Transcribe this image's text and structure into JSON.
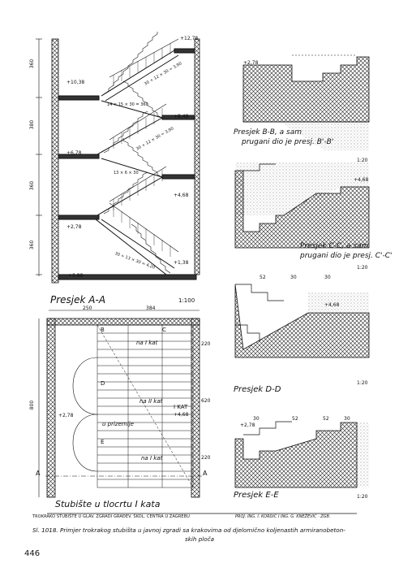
{
  "page": {
    "number": "446"
  },
  "caption": {
    "credit_left": "TROKRAKO STUBIŠTE U GLAV. ZGRADI GRAĐEV. ŠKOL. CENTRA U ZAGREBU",
    "credit_right": "PROJ. ING. I. KORDIĆ I ING. G. KNEŽEVIĆ · ZGB.",
    "figure_line1": "Sl. 1018. Primjer trokrakog stubišta u javnoj zgradi sa krakovima od djelomično koljenastih armiranobeton-",
    "figure_line2": "skih ploča"
  },
  "section_aa": {
    "title": "Presjek A-A",
    "scale": "1:100",
    "levels": [
      "+12,78",
      "+10,38",
      "+8,48",
      "+6,78",
      "+4,68",
      "+2,78",
      "+1,38",
      "+0,88"
    ],
    "side_dims": [
      "360",
      "380",
      "360",
      "360"
    ],
    "flight_notes": [
      "30 + 12 × 30 = 3,90",
      "14 × 15 × 30 = 360",
      "30 + 12 × 30 = 3,90",
      "13 × 6 × 30",
      "30 + 13 × 30 = 4,20"
    ]
  },
  "plan": {
    "title": "Stubište u tlocrtu I kata",
    "dim_top_left": "250",
    "dim_top_right": "384",
    "dim_left": "800",
    "dim_right": [
      "220",
      "620",
      "220"
    ],
    "labels": {
      "na_i_kat": "na I kat",
      "na_ii_kat": "na II kat",
      "u_prizemlje": "u prizemlje",
      "i_kat": "I KAT",
      "level": "+4,68",
      "level_left": "+2,78"
    },
    "section_markers": [
      "A",
      "A",
      "B",
      "C",
      "D",
      "E"
    ]
  },
  "section_bb": {
    "title": "Presjek B-B, a sam",
    "note": "prugani dio je presj. B'-B'",
    "scale": "1:20",
    "level": "+2,78"
  },
  "section_cc": {
    "title": "Presjek C-C, a sam",
    "note": "prugani dio je presj. C'-C'",
    "scale": "1:20",
    "level": "+4,68"
  },
  "section_dd": {
    "title": "Presjek D-D",
    "scale": "1:20",
    "level": "+4,68",
    "dims": [
      "52",
      "30",
      "30"
    ]
  },
  "section_ee": {
    "title": "Presjek E-E",
    "scale": "1:20",
    "level": "+2,78",
    "dims": [
      "30",
      "52",
      "52",
      "30"
    ]
  }
}
